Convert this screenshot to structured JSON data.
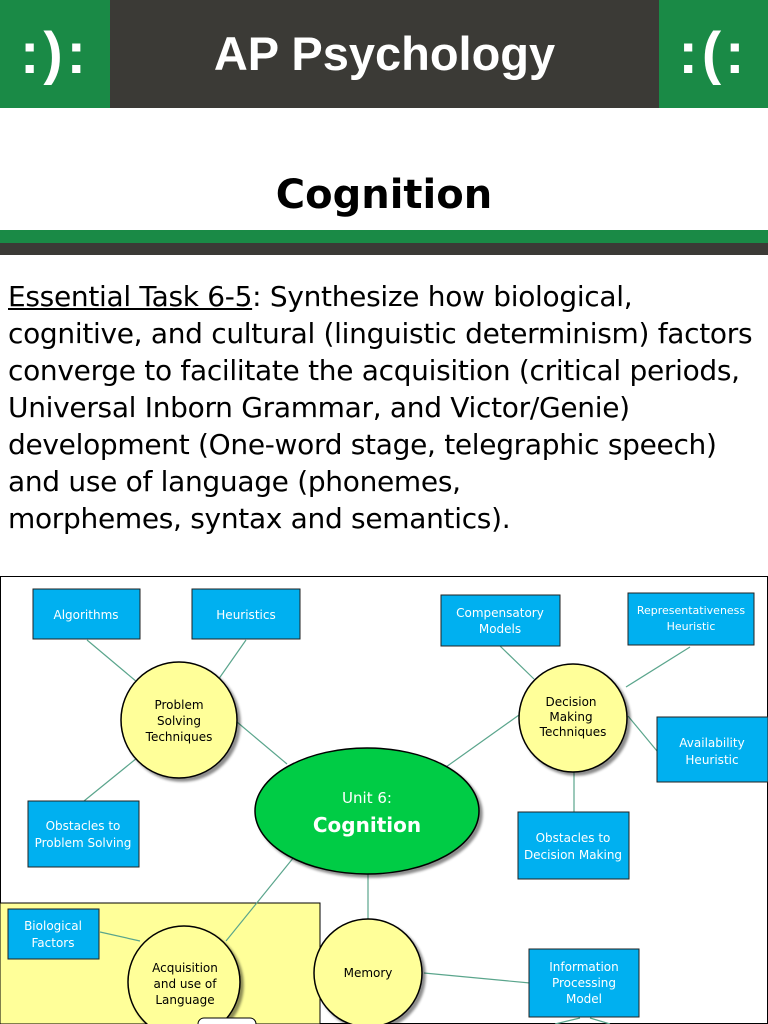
{
  "header": {
    "left_face": ":):",
    "right_face": ":(:",
    "course_title": "AP Psychology"
  },
  "page_title": "Cognition",
  "task": {
    "label": "Essential Task 6-5",
    "separator": ":",
    "lines": [
      " Synthesize how biological,",
      "cognitive, and cultural (linguistic determinism) factors",
      "converge to facilitate the acquisition (critical periods,",
      "Universal Inborn Grammar, and Victor/Genie)",
      "development (One-word stage, telegraphic speech)",
      "and use of language (phonemes,",
      "morphemes, syntax and semantics)."
    ]
  },
  "concept_map": {
    "center": {
      "line1": "Unit 6:",
      "line2": "Cognition"
    },
    "problem_solving": [
      "Problem",
      "Solving",
      "Techniques"
    ],
    "decision_making": [
      "Decision",
      "Making",
      "Techniques"
    ],
    "acquisition": [
      "Acquisition",
      "and use  of",
      "Language"
    ],
    "memory": "Memory",
    "boxes": {
      "algorithms": [
        "Algorithms"
      ],
      "heuristics": [
        "Heuristics"
      ],
      "obstacles_problem": [
        "Obstacles to",
        "Problem Solving"
      ],
      "compensatory": [
        "Compensatory",
        "Models"
      ],
      "representativeness": [
        "Representativeness",
        "Heuristic"
      ],
      "availability": [
        "Availability",
        "Heuristic"
      ],
      "obstacles_decision": [
        "Obstacles to",
        "Decision Making"
      ],
      "biological": [
        "Biological",
        "Factors"
      ],
      "information": [
        "Information",
        "Processing",
        "Model"
      ]
    },
    "colors": {
      "box_fill": "#00b0f0",
      "box_text": "#ffffff",
      "circle_fill": "#ffff99",
      "center_fill": "#00cc44",
      "highlight_fill": "#ffff99",
      "line": "#5aa58c"
    }
  }
}
